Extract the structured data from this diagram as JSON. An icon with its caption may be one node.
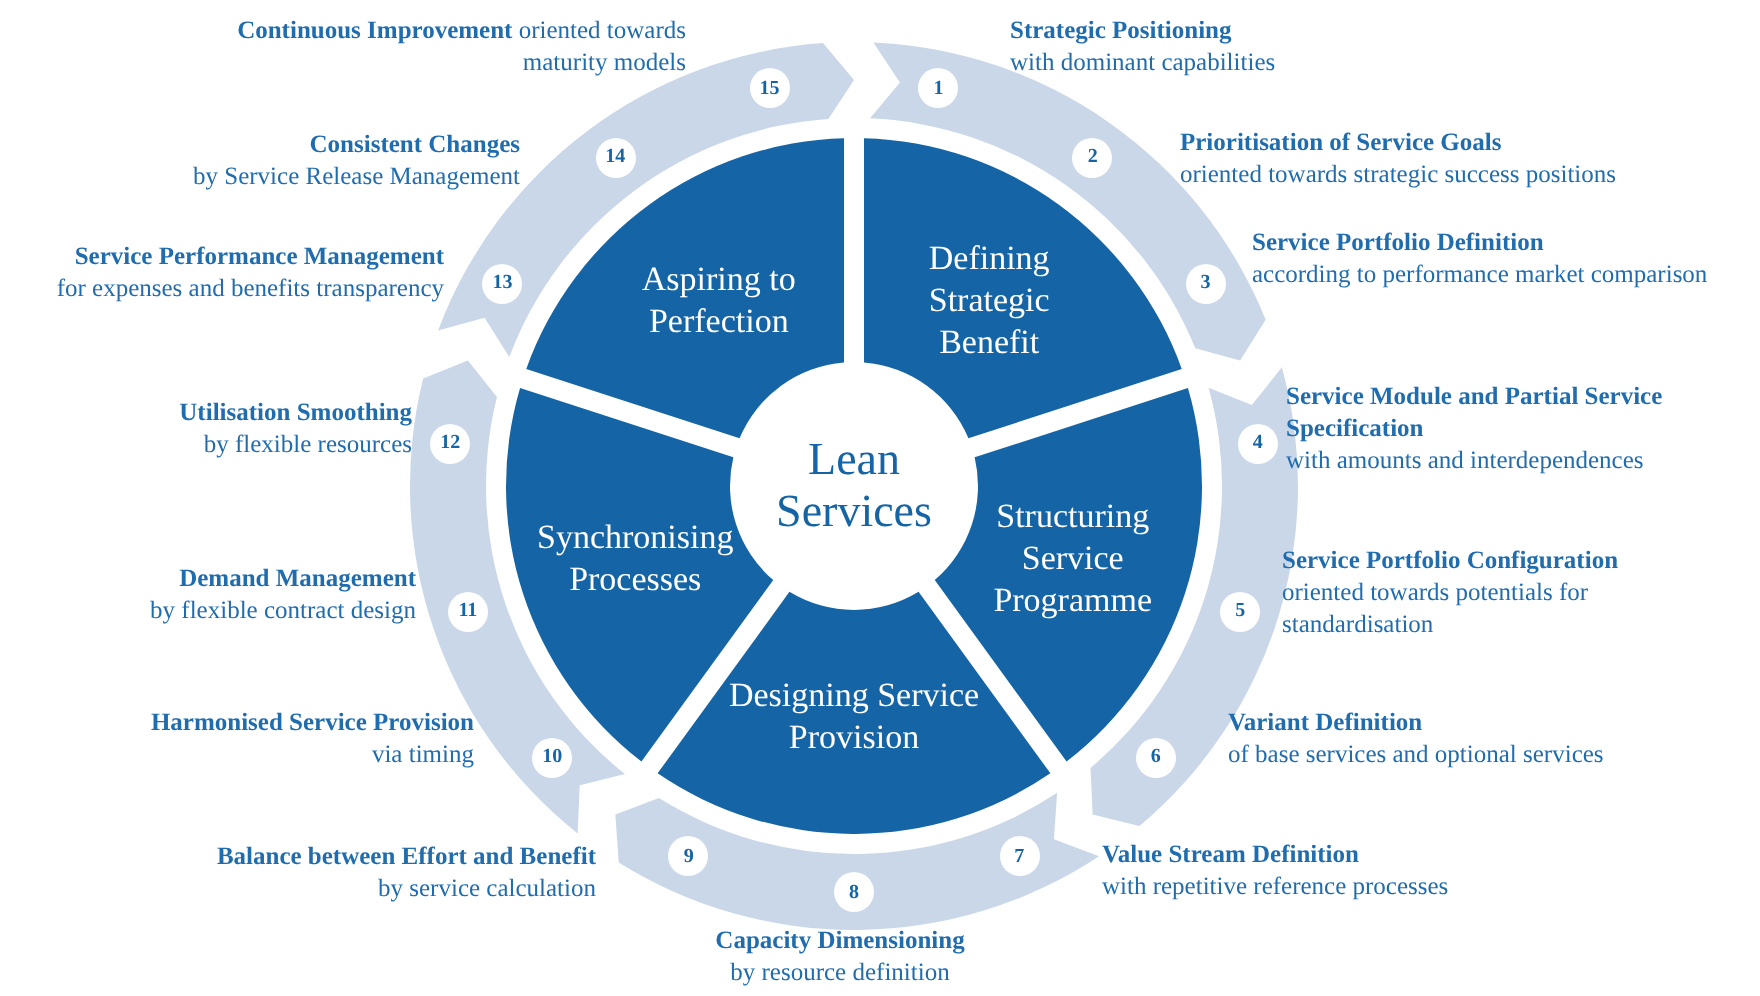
{
  "diagram": {
    "nodes": [
      {
        "text": [
          "Lean Services"
        ]
      },
      {
        "text": [
          "Defining Strategic Benefit"
        ]
      },
      {
        "text": [
          "Structuring Service Programme"
        ]
      },
      {
        "text": [
          "Designing Service Provision"
        ]
      },
      {
        "text": [
          "Synchronising Processes"
        ]
      },
      {
        "text": [
          "Aspiring to Perfection"
        ]
      },
      {
        "text": [
          "1"
        ],
        "beside": [
          "Strategic Positioning",
          "with dominant capabilities"
        ]
      },
      {
        "text": [
          "2"
        ],
        "beside": [
          "Prioritisation of Service Goals",
          "oriented towards strategic success positions"
        ]
      },
      {
        "text": [
          "3"
        ],
        "beside": [
          "Service Portfolio Definition",
          "according to performance market comparison"
        ]
      },
      {
        "text": [
          "4"
        ],
        "beside": [
          "Service Module and Partial Service Specification",
          "with amounts and interdependences"
        ]
      },
      {
        "text": [
          "5"
        ],
        "beside": [
          "Service Portfolio Configuration",
          "oriented towards potentials for standardisation"
        ]
      },
      {
        "text": [
          "6"
        ],
        "beside": [
          "Variant Definition",
          "of base services and optional services"
        ]
      },
      {
        "text": [
          "7"
        ],
        "beside": [
          "Value Stream Definition",
          "with repetitive reference processes"
        ]
      },
      {
        "text": [
          "8"
        ],
        "beside": [
          "Capacity Dimensioning",
          "by resource definition"
        ]
      },
      {
        "text": [
          "9"
        ],
        "beside": [
          "Balance between Effort and Benefit",
          "by service calculation"
        ]
      },
      {
        "text": [
          "10"
        ],
        "beside": [
          "Harmonised Service Provision",
          "via timing"
        ]
      },
      {
        "text": [
          "11"
        ],
        "beside": [
          "Demand Management",
          "by flexible contract design"
        ]
      },
      {
        "text": [
          "12"
        ],
        "beside": [
          "Utilisation Smoothing",
          "by flexible resources"
        ]
      },
      {
        "text": [
          "13"
        ],
        "beside": [
          "Service Performance Management",
          "for expenses and benefits transparency"
        ]
      },
      {
        "text": [
          "14"
        ],
        "beside": [
          "Consistent Changes",
          "by Service Release Management"
        ]
      },
      {
        "text": [
          "15"
        ],
        "beside": [
          "**Continuous Improvement** oriented towards maturity models"
        ]
      }
    ]
  }
}
